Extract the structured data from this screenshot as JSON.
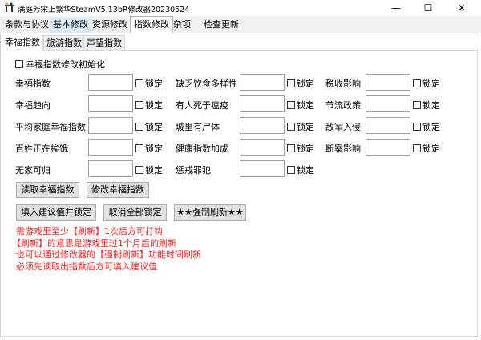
{
  "window": {
    "title": "满庭芳宋上繁华SteamV5.13bR修改器20230524",
    "controls": {
      "minimize": "—",
      "maximize": "☐",
      "close": "✕"
    }
  },
  "main_tabs": [
    {
      "label": "条款与协议",
      "state": "normal"
    },
    {
      "label": "基本修改",
      "state": "hover"
    },
    {
      "label": "资源修改",
      "state": "normal"
    },
    {
      "label": "指数修改",
      "state": "active"
    },
    {
      "label": "杂项",
      "state": "normal"
    },
    {
      "label": "检查更新",
      "state": "normal"
    }
  ],
  "sub_tabs": [
    {
      "label": "幸福指数",
      "state": "active"
    },
    {
      "label": "旅游指数",
      "state": "normal"
    },
    {
      "label": "声望指数",
      "state": "normal"
    }
  ],
  "init_checkbox": {
    "label": "幸福指数修改初始化",
    "checked": false
  },
  "lock_label": "锁定",
  "fields": {
    "col1": [
      {
        "label": "幸福指数",
        "value": "",
        "locked": false
      },
      {
        "label": "幸福趋向",
        "value": "",
        "locked": false
      },
      {
        "label": "平均家庭幸福指数",
        "value": "",
        "locked": false
      },
      {
        "label": "百姓正在挨饿",
        "value": "",
        "locked": false
      },
      {
        "label": "无家可归",
        "value": "",
        "locked": false
      }
    ],
    "col2": [
      {
        "label": "缺乏饮食多样性",
        "value": "",
        "locked": false
      },
      {
        "label": "有人死于瘟疫",
        "value": "",
        "locked": false
      },
      {
        "label": "城里有尸体",
        "value": "",
        "locked": false
      },
      {
        "label": "健康指数加成",
        "value": "",
        "locked": false
      },
      {
        "label": "惩戒罪犯",
        "value": "",
        "locked": false
      }
    ],
    "col3": [
      {
        "label": "税收影响",
        "value": "",
        "locked": false
      },
      {
        "label": "节流政策",
        "value": "",
        "locked": false
      },
      {
        "label": "敌军入侵",
        "value": "",
        "locked": false
      },
      {
        "label": "断案影响",
        "value": "",
        "locked": false
      }
    ]
  },
  "buttons": {
    "read": "读取幸福指数",
    "modify": "修改幸福指数",
    "fill_lock": "填入建议值并锁定",
    "cancel_all": "取消全部锁定",
    "force_refresh": "★★强制刷新★★"
  },
  "notes": [
    "需游戏里至少【刷新】1次后方可打钩",
    "【刷新】的意思是游戏里过1个月后的刷新",
    "也可以通过修改器的【强制刷新】功能时间刷新",
    "必须先读取出指数后方可填入建议值"
  ],
  "colors": {
    "note_text": "#ff2020",
    "tab_hover": "#d8eaf9",
    "button_bg": "#e1e1e1"
  }
}
